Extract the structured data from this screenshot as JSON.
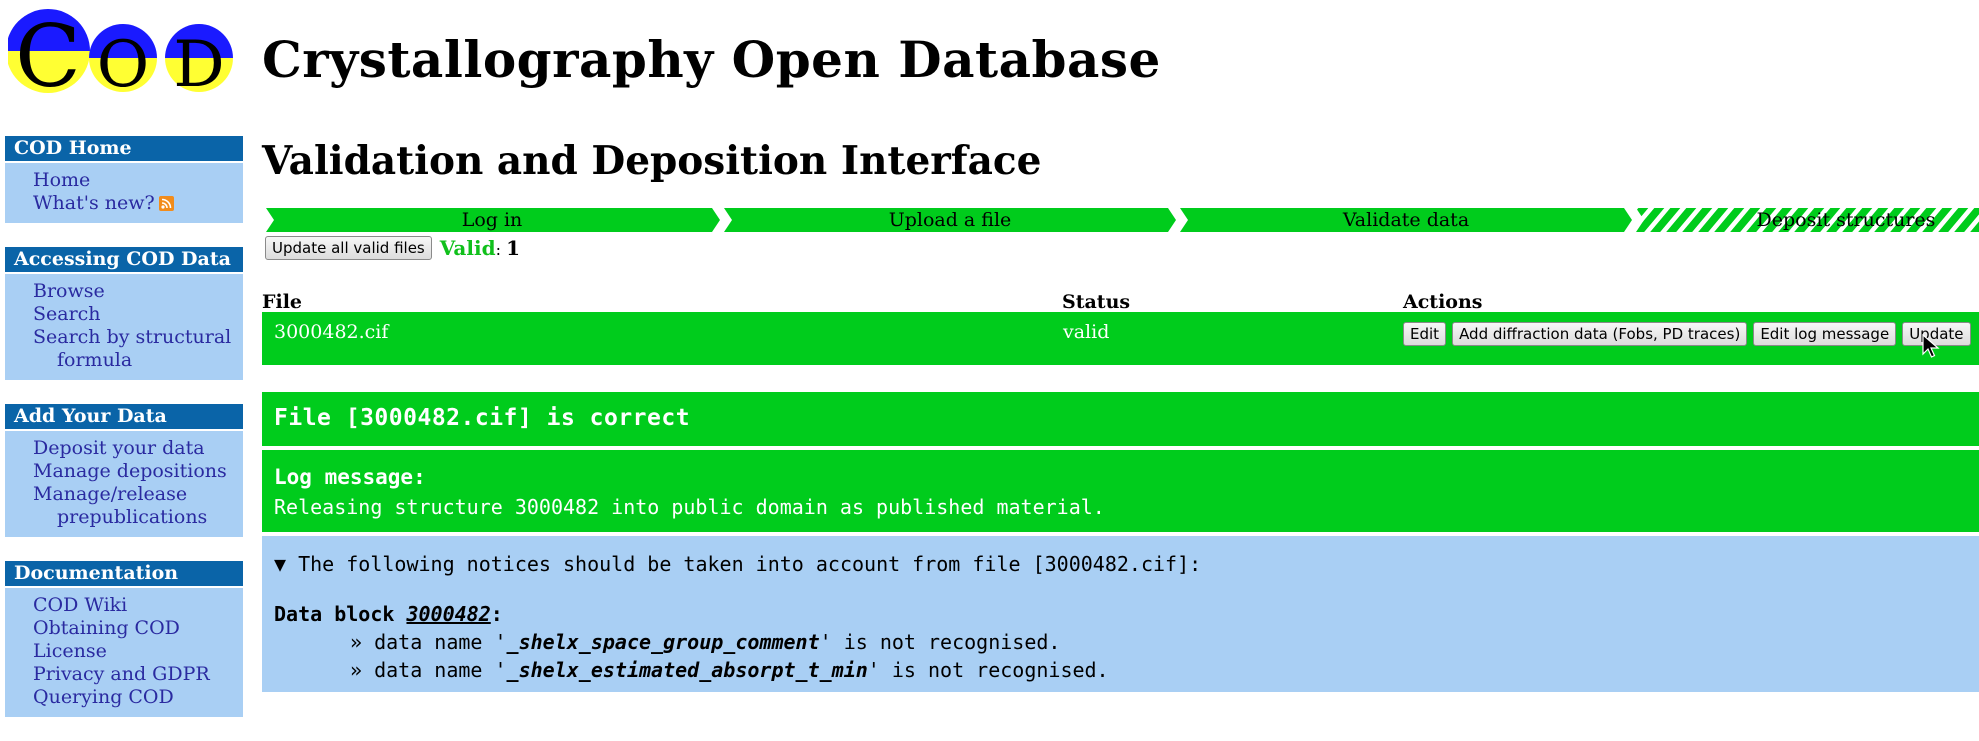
{
  "header": {
    "logo_letters": [
      "C",
      "O",
      "D"
    ],
    "site_title": "Crystallography Open Database"
  },
  "sidebar": {
    "sections": [
      {
        "title": "COD Home",
        "items": [
          "Home",
          "What's new?"
        ]
      },
      {
        "title": "Accessing COD Data",
        "items": [
          "Browse",
          "Search",
          "Search by structural",
          "formula"
        ]
      },
      {
        "title": "Add Your Data",
        "items": [
          "Deposit your data",
          "Manage depositions",
          "Manage/release",
          "prepublications"
        ]
      },
      {
        "title": "Documentation",
        "items": [
          "COD Wiki",
          "Obtaining COD",
          "License",
          "Privacy and GDPR",
          "Querying COD"
        ]
      }
    ]
  },
  "main": {
    "page_title": "Validation and Deposition Interface",
    "steps": [
      "Log in",
      "Upload a file",
      "Validate data",
      "Deposit structures"
    ],
    "update_all_label": "Update all valid files",
    "valid_label": "Valid",
    "valid_sep": ":",
    "valid_count": "1",
    "table": {
      "headers": {
        "file": "File",
        "status": "Status",
        "actions": "Actions"
      },
      "row": {
        "file": "3000482.cif",
        "status": "valid",
        "actions": [
          "Edit",
          "Add diffraction data (Fobs, PD traces)",
          "Edit log message",
          "Update"
        ]
      }
    },
    "result": {
      "correct_text": "File [3000482.cif] is correct",
      "log_title": "Log message:",
      "log_text": "Releasing structure 3000482 into public domain as published material."
    },
    "notices": {
      "summary": "The following notices should be taken into account from file [3000482.cif]:",
      "data_block_label": "Data block",
      "data_block_name": "3000482",
      "lines": [
        {
          "prefix": "» data name '",
          "name": "_shelx_space_group_comment",
          "suffix": "' is not recognised."
        },
        {
          "prefix": "» data name '",
          "name": "_shelx_estimated_absorpt_t_min",
          "suffix": "' is not recognised."
        }
      ]
    }
  },
  "colors": {
    "green": "#00cc1c",
    "blue_panel": "#a9cff4",
    "nav_head": "#0a64a8",
    "link": "#2a2aa0"
  }
}
